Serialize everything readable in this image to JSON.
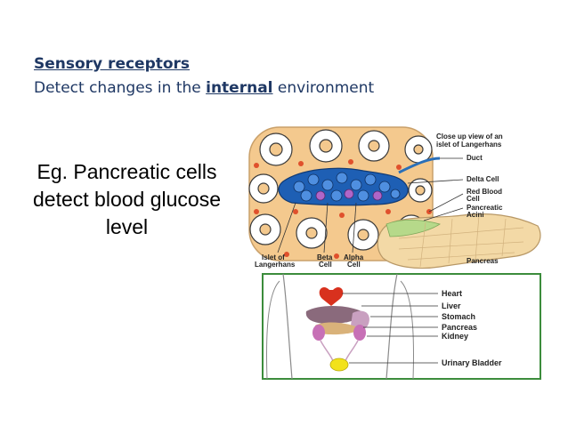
{
  "heading": {
    "title": "Sensory receptors",
    "line_prefix": "Detect changes in the",
    "line_emph": "internal",
    "line_suffix": "environment"
  },
  "example_text": "Eg. Pancreatic cells detect blood glucose level",
  "islet_diagram": {
    "caption_line1": "Close up view of an",
    "caption_line2": "islet of Langerhans",
    "labels": {
      "duct": "Duct",
      "delta_cell": "Delta Cell",
      "rbc_line1": "Red Blood",
      "rbc_line2": "Cell",
      "acini_line1": "Pancreatic",
      "acini_line2": "Acini",
      "islet_line1": "Islet of",
      "islet_line2": "Langerhans",
      "beta_line1": "Beta",
      "beta_line2": "Cell",
      "alpha_line1": "Alpha",
      "alpha_line2": "Cell",
      "pancreas": "Pancreas"
    }
  },
  "body_diagram": {
    "labels": {
      "heart": "Heart",
      "liver": "Liver",
      "stomach": "Stomach",
      "pancreas": "Pancreas",
      "kidney": "Kidney",
      "bladder": "Urinary Bladder"
    }
  },
  "colors": {
    "heading_text": "#1f3864",
    "tissue": "#f4c98e",
    "islet_core": "#1e5fb4",
    "red_blood_cell": "#e0502c",
    "pancreas_organ": "#f3d9a6",
    "diagram_border": "#3c8c3c"
  }
}
